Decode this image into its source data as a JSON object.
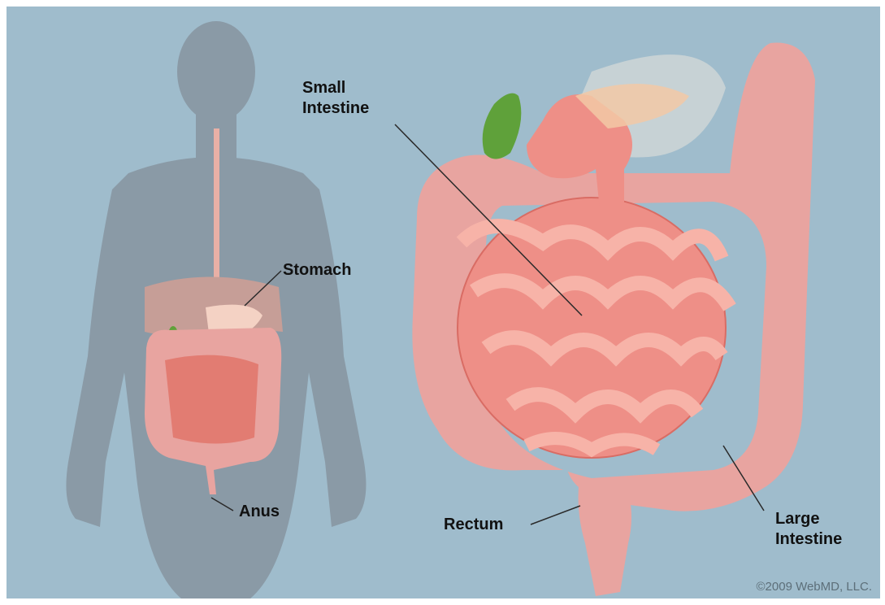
{
  "labels": {
    "small_intestine": [
      "Small",
      "Intestine"
    ],
    "stomach": "Stomach",
    "anus": "Anus",
    "rectum": "Rectum",
    "large_intestine": [
      "Large",
      "Intestine"
    ]
  },
  "copyright": "©2009 WebMD, LLC.",
  "colors": {
    "background": "#9fbccc",
    "silhouette": "#8a9aa6",
    "intestine": "#ee8f87",
    "colon": "#e8a4a0",
    "gallbladder": "#5fa13a"
  }
}
